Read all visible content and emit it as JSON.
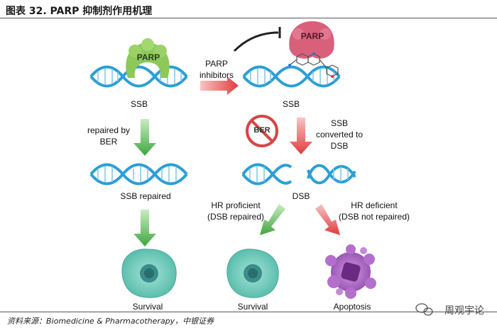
{
  "title": "图表 32. PARP 抑制剂作用机理",
  "labels": {
    "parp_enzyme_left": "PARP",
    "parp_enzyme_right": "PARP",
    "parp_inhibitors": "PARP\ninhibitors",
    "ssb_left": "SSB",
    "ssb_right": "SSB",
    "repaired_by_ber": "repaired by\nBER",
    "ber_badge": "BER",
    "ssb_converted": "SSB\nconverted to\nDSB",
    "ssb_repaired": "SSB repaired",
    "dsb": "DSB",
    "hr_proficient": "HR proficient\n(DSB repaired)",
    "hr_deficient": "HR deficient\n(DSB not repaired)",
    "survival_1": "Survival",
    "survival_2": "Survival",
    "apoptosis": "Apoptosis"
  },
  "source": "资料来源：Biomedicine & Pharmacotherapy，中银证券",
  "watermark": "周观宇论",
  "colors": {
    "dna": "#2a9fd6",
    "parp_green": "#8cc85a",
    "parp_pink": "#d9607a",
    "arrow_green": "#4cae4c",
    "arrow_red": "#e05050",
    "cell_teal": "#7fd3c4",
    "apoptosis_purple": "#a865c0"
  }
}
